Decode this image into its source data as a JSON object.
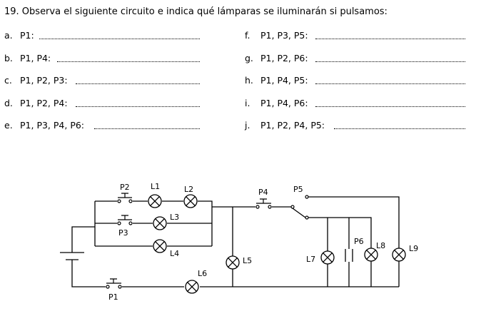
{
  "title": "19. Observa el siguiente circuito e indica qué lámparas se iluminarán si pulsamos:",
  "questions": [
    {
      "letter": "a.",
      "text": "P1:"
    },
    {
      "letter": "b.",
      "text": "P1, P4:"
    },
    {
      "letter": "c.",
      "text": "P1, P2, P3:"
    },
    {
      "letter": "d.",
      "text": "P1, P2, P4:"
    },
    {
      "letter": "e.",
      "text": "P1, P3, P4, P6:"
    },
    {
      "letter": "f.",
      "text": "P1, P3, P5:"
    },
    {
      "letter": "g.",
      "text": "P1, P2, P6:"
    },
    {
      "letter": "h.",
      "text": "P1, P4, P5:"
    },
    {
      "letter": "i.",
      "text": "P1, P4, P6:"
    },
    {
      "letter": "j.",
      "text": "P1, P2, P4, P5:"
    }
  ],
  "circuit": {
    "P1": "P1",
    "P2": "P2",
    "P3": "P3",
    "P4": "P4",
    "P5": "P5",
    "P6": "P6",
    "L1": "L1",
    "L2": "L2",
    "L3": "L3",
    "L4": "L4",
    "L5": "L5",
    "L6": "L6",
    "L7": "L7",
    "L8": "L8",
    "L9": "L9"
  }
}
